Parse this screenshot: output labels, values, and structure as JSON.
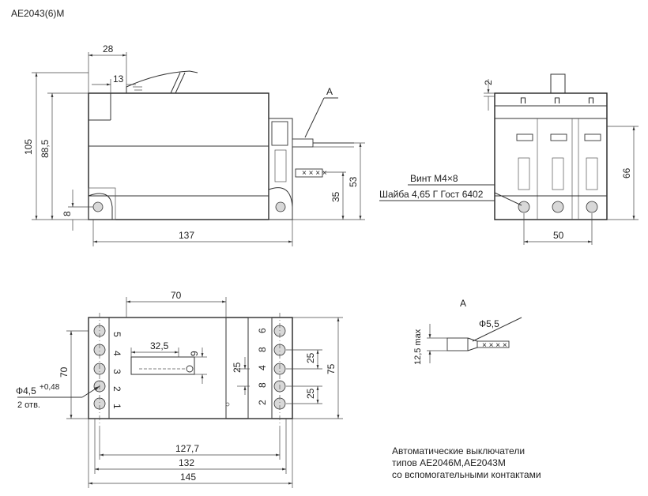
{
  "title": "АЕ2043(6)М",
  "dimensions": {
    "side_view": {
      "top_width": "28",
      "offset": "13",
      "height_total": "105",
      "height_body": "88,5",
      "base": "8",
      "length": "137",
      "rail_35": "35",
      "rail_53": "53"
    },
    "front_view": {
      "top": "2",
      "height": "66",
      "pitch": "50"
    },
    "bottom_view": {
      "width_70": "70",
      "slot": "32,5",
      "slot_h": "9",
      "hole_spacing": "25",
      "left_70": "70",
      "right_75": "75",
      "right_25a": "25",
      "right_25b": "25",
      "w127": "127,7",
      "w132": "132",
      "w145": "145",
      "hole": "Ф4,5",
      "hole_tol": "+0,48",
      "hole_count": "2 отв."
    },
    "detail": {
      "label": "А",
      "d": "Ф5,5",
      "h": "12,5 max"
    }
  },
  "callouts": {
    "A": "А",
    "screw": "Винт М4×8",
    "washer": "Шайба 4,65 Г Гост 6402"
  },
  "terminal_numbers_left": [
    "5",
    "4",
    "3",
    "2",
    "1"
  ],
  "terminal_numbers_right": [
    "6",
    "8",
    "4",
    "8",
    "2"
  ],
  "caption": {
    "line1": "Автоматические выключатели",
    "line2": "типов АЕ2046М,АЕ2043М",
    "line3": "со вспомогательными контактами"
  }
}
